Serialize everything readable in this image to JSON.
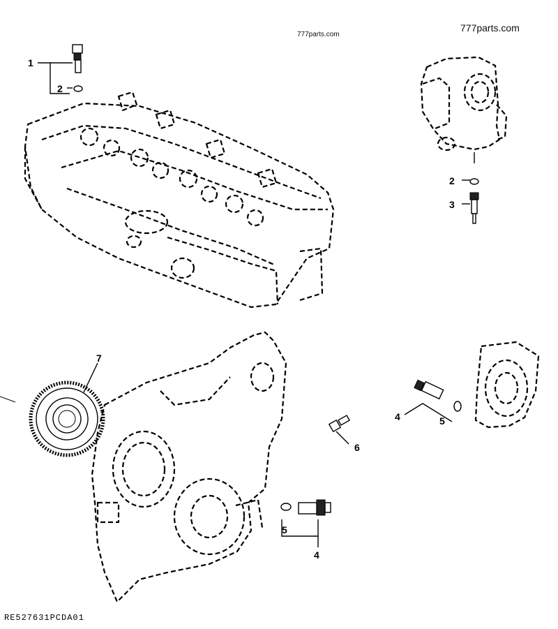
{
  "watermarks": [
    "777parts.com",
    "777parts.com"
  ],
  "callouts": {
    "c1": "1",
    "c2a": "2",
    "c2b": "2",
    "c3": "3",
    "c4a": "4",
    "c5a": "5",
    "c6": "6",
    "c7": "7",
    "c4b": "4",
    "c5b": "5"
  },
  "figure_code": "RE527631PCDA01"
}
